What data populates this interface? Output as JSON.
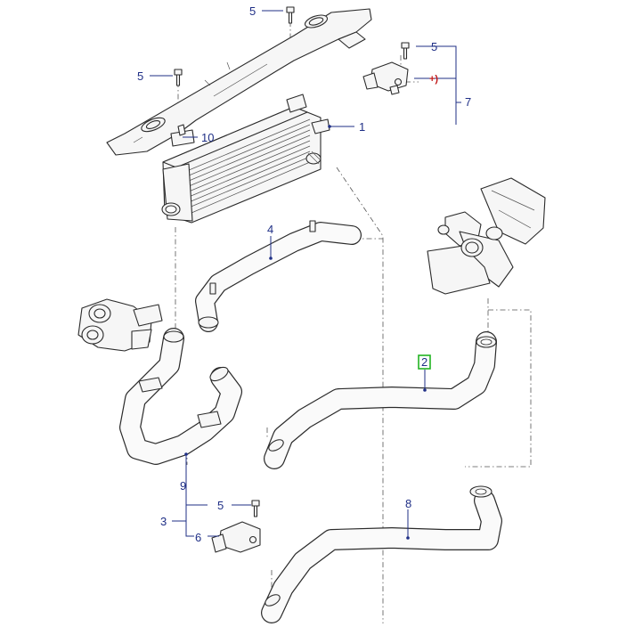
{
  "callouts": {
    "bolt_top": "5",
    "bolt_left": "5",
    "bolt_sensor": "5",
    "sensor_sign": "+)",
    "bracket_group": "7",
    "intercooler": "1",
    "clip": "10",
    "hose_upper": "4",
    "hose_highlighted": "2",
    "hose_left": "9",
    "assembly_group": "3",
    "bolt_lower": "5",
    "sensor_lower": "6",
    "hose_lower": "8"
  },
  "colors": {
    "callout_text": "#1f2f86",
    "highlight_box": "#22b422",
    "sign_red": "#c21a1a"
  }
}
